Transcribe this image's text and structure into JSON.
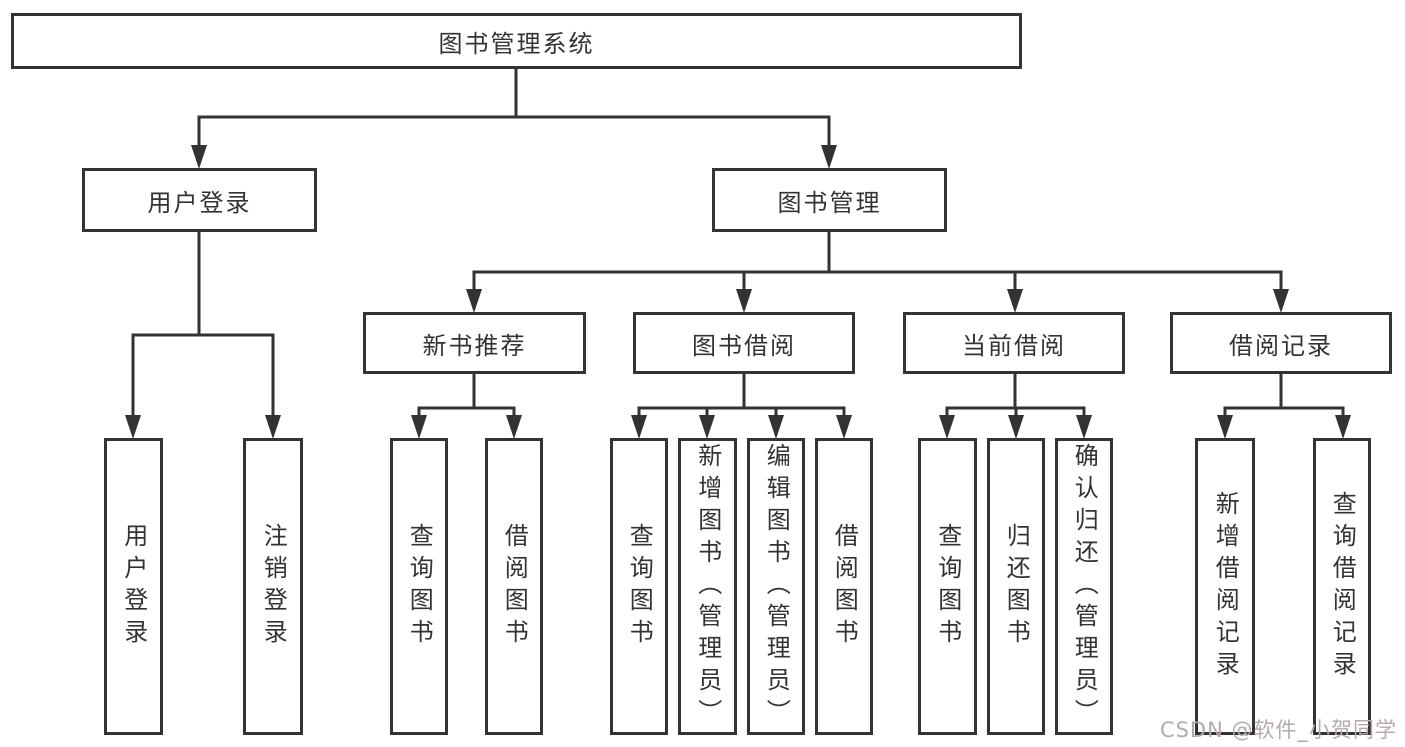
{
  "tree": {
    "label": "图书管理系统",
    "children": [
      {
        "label": "用户登录",
        "children": [
          {
            "label": "用户登录"
          },
          {
            "label": "注销登录"
          }
        ]
      },
      {
        "label": "图书管理",
        "children": [
          {
            "label": "新书推荐",
            "children": [
              {
                "label": "查询图书"
              },
              {
                "label": "借阅图书"
              }
            ]
          },
          {
            "label": "图书借阅",
            "children": [
              {
                "label": "查询图书"
              },
              {
                "label": "新增图书（管理员）"
              },
              {
                "label": "编辑图书（管理员）"
              },
              {
                "label": "借阅图书"
              }
            ]
          },
          {
            "label": "当前借阅",
            "children": [
              {
                "label": "查询图书"
              },
              {
                "label": "归还图书"
              },
              {
                "label": "确认归还（管理员）"
              }
            ]
          },
          {
            "label": "借阅记录",
            "children": [
              {
                "label": "新增借阅记录"
              },
              {
                "label": "查询借阅记录"
              }
            ]
          }
        ]
      }
    ]
  },
  "watermark": {
    "text": "CSDN @软件_小贺同学"
  },
  "colors": {
    "line": "#333333",
    "box_border": "#333333",
    "text": "#333333",
    "watermark_text": "#b3abab",
    "background": "#ffffff"
  }
}
